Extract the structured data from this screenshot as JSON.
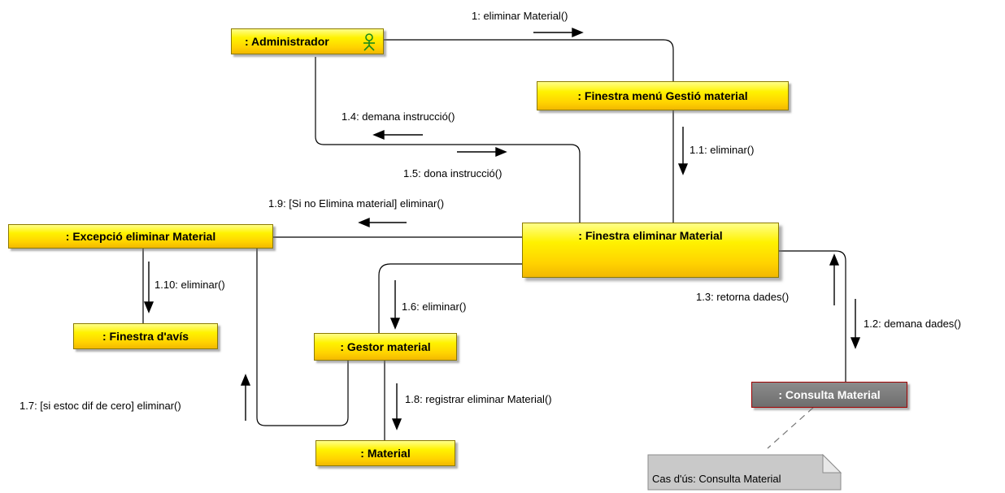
{
  "objects": {
    "administrador": ": Administrador",
    "finestra_menu": ": Finestra menú Gestió material",
    "finestra_eliminar": ": Finestra eliminar Material",
    "excepcio": ": Excepció eliminar Material",
    "finestra_avis": ": Finestra d'avís",
    "gestor": ": Gestor material",
    "material": ": Material",
    "consulta": ": Consulta Material"
  },
  "note": "Cas d'ús: Consulta Material",
  "messages": {
    "m1": "1: eliminar Material()",
    "m1_1": "1.1: eliminar()",
    "m1_2": "1.2: demana dades()",
    "m1_3": "1.3: retorna dades()",
    "m1_4": "1.4: demana instrucció()",
    "m1_5": "1.5: dona instrucció()",
    "m1_6": "1.6: eliminar()",
    "m1_7": "1.7: [si estoc dif de cero] eliminar()",
    "m1_8": "1.8: registrar eliminar Material()",
    "m1_9": "1.9: [Si no Elimina material] eliminar()",
    "m1_10": "1.10: eliminar()"
  },
  "icons": {
    "actor": "actor-stick-figure-icon"
  }
}
